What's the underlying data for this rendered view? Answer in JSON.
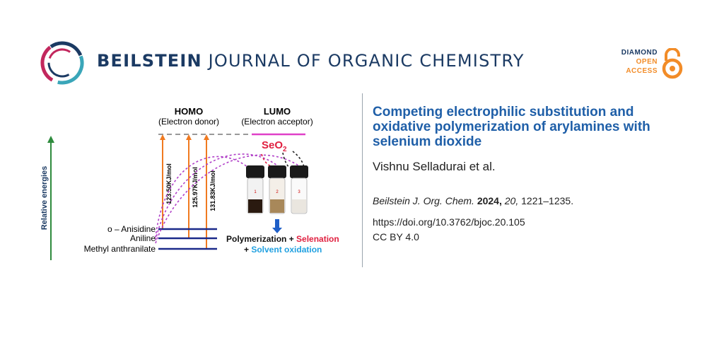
{
  "header": {
    "journal_bold": "BEILSTEIN",
    "journal_rest": "JOURNAL OF ORGANIC CHEMISTRY",
    "badge_line1": "DIAMOND",
    "badge_line2": "OPEN",
    "badge_line3": "ACCESS"
  },
  "figure": {
    "homo_label": "HOMO",
    "homo_sub": "(Electron donor)",
    "lumo_label": "LUMO",
    "lumo_sub": "(Electron acceptor)",
    "axis_label": "Relative energies",
    "reagent_main": "SeO",
    "reagent_sub": "2",
    "energy_values": [
      "123.50KJ/mol",
      "125.97KJ/mol",
      "131.83KJ/mol"
    ],
    "compounds": [
      "o – Anisidine",
      "Aniline",
      "Methyl anthranilate"
    ],
    "vial_labels": [
      "1",
      "2",
      "3"
    ],
    "outcome_line1_a": "Polymerization + ",
    "outcome_line1_b": "Selenation",
    "outcome_line2_a": "+ ",
    "outcome_line2_b": "Solvent oxidation"
  },
  "article": {
    "title": "Competing electrophilic substitution and oxidative polymerization of arylamines with selenium dioxide",
    "authors": "Vishnu Selladurai et al.",
    "journal_abbrev": "Beilstein J. Org. Chem.",
    "year": "2024,",
    "volume": "20,",
    "pages": "1221–1235.",
    "doi": "https://doi.org/10.3762/bjoc.20.105",
    "license": "CC BY 4.0"
  }
}
